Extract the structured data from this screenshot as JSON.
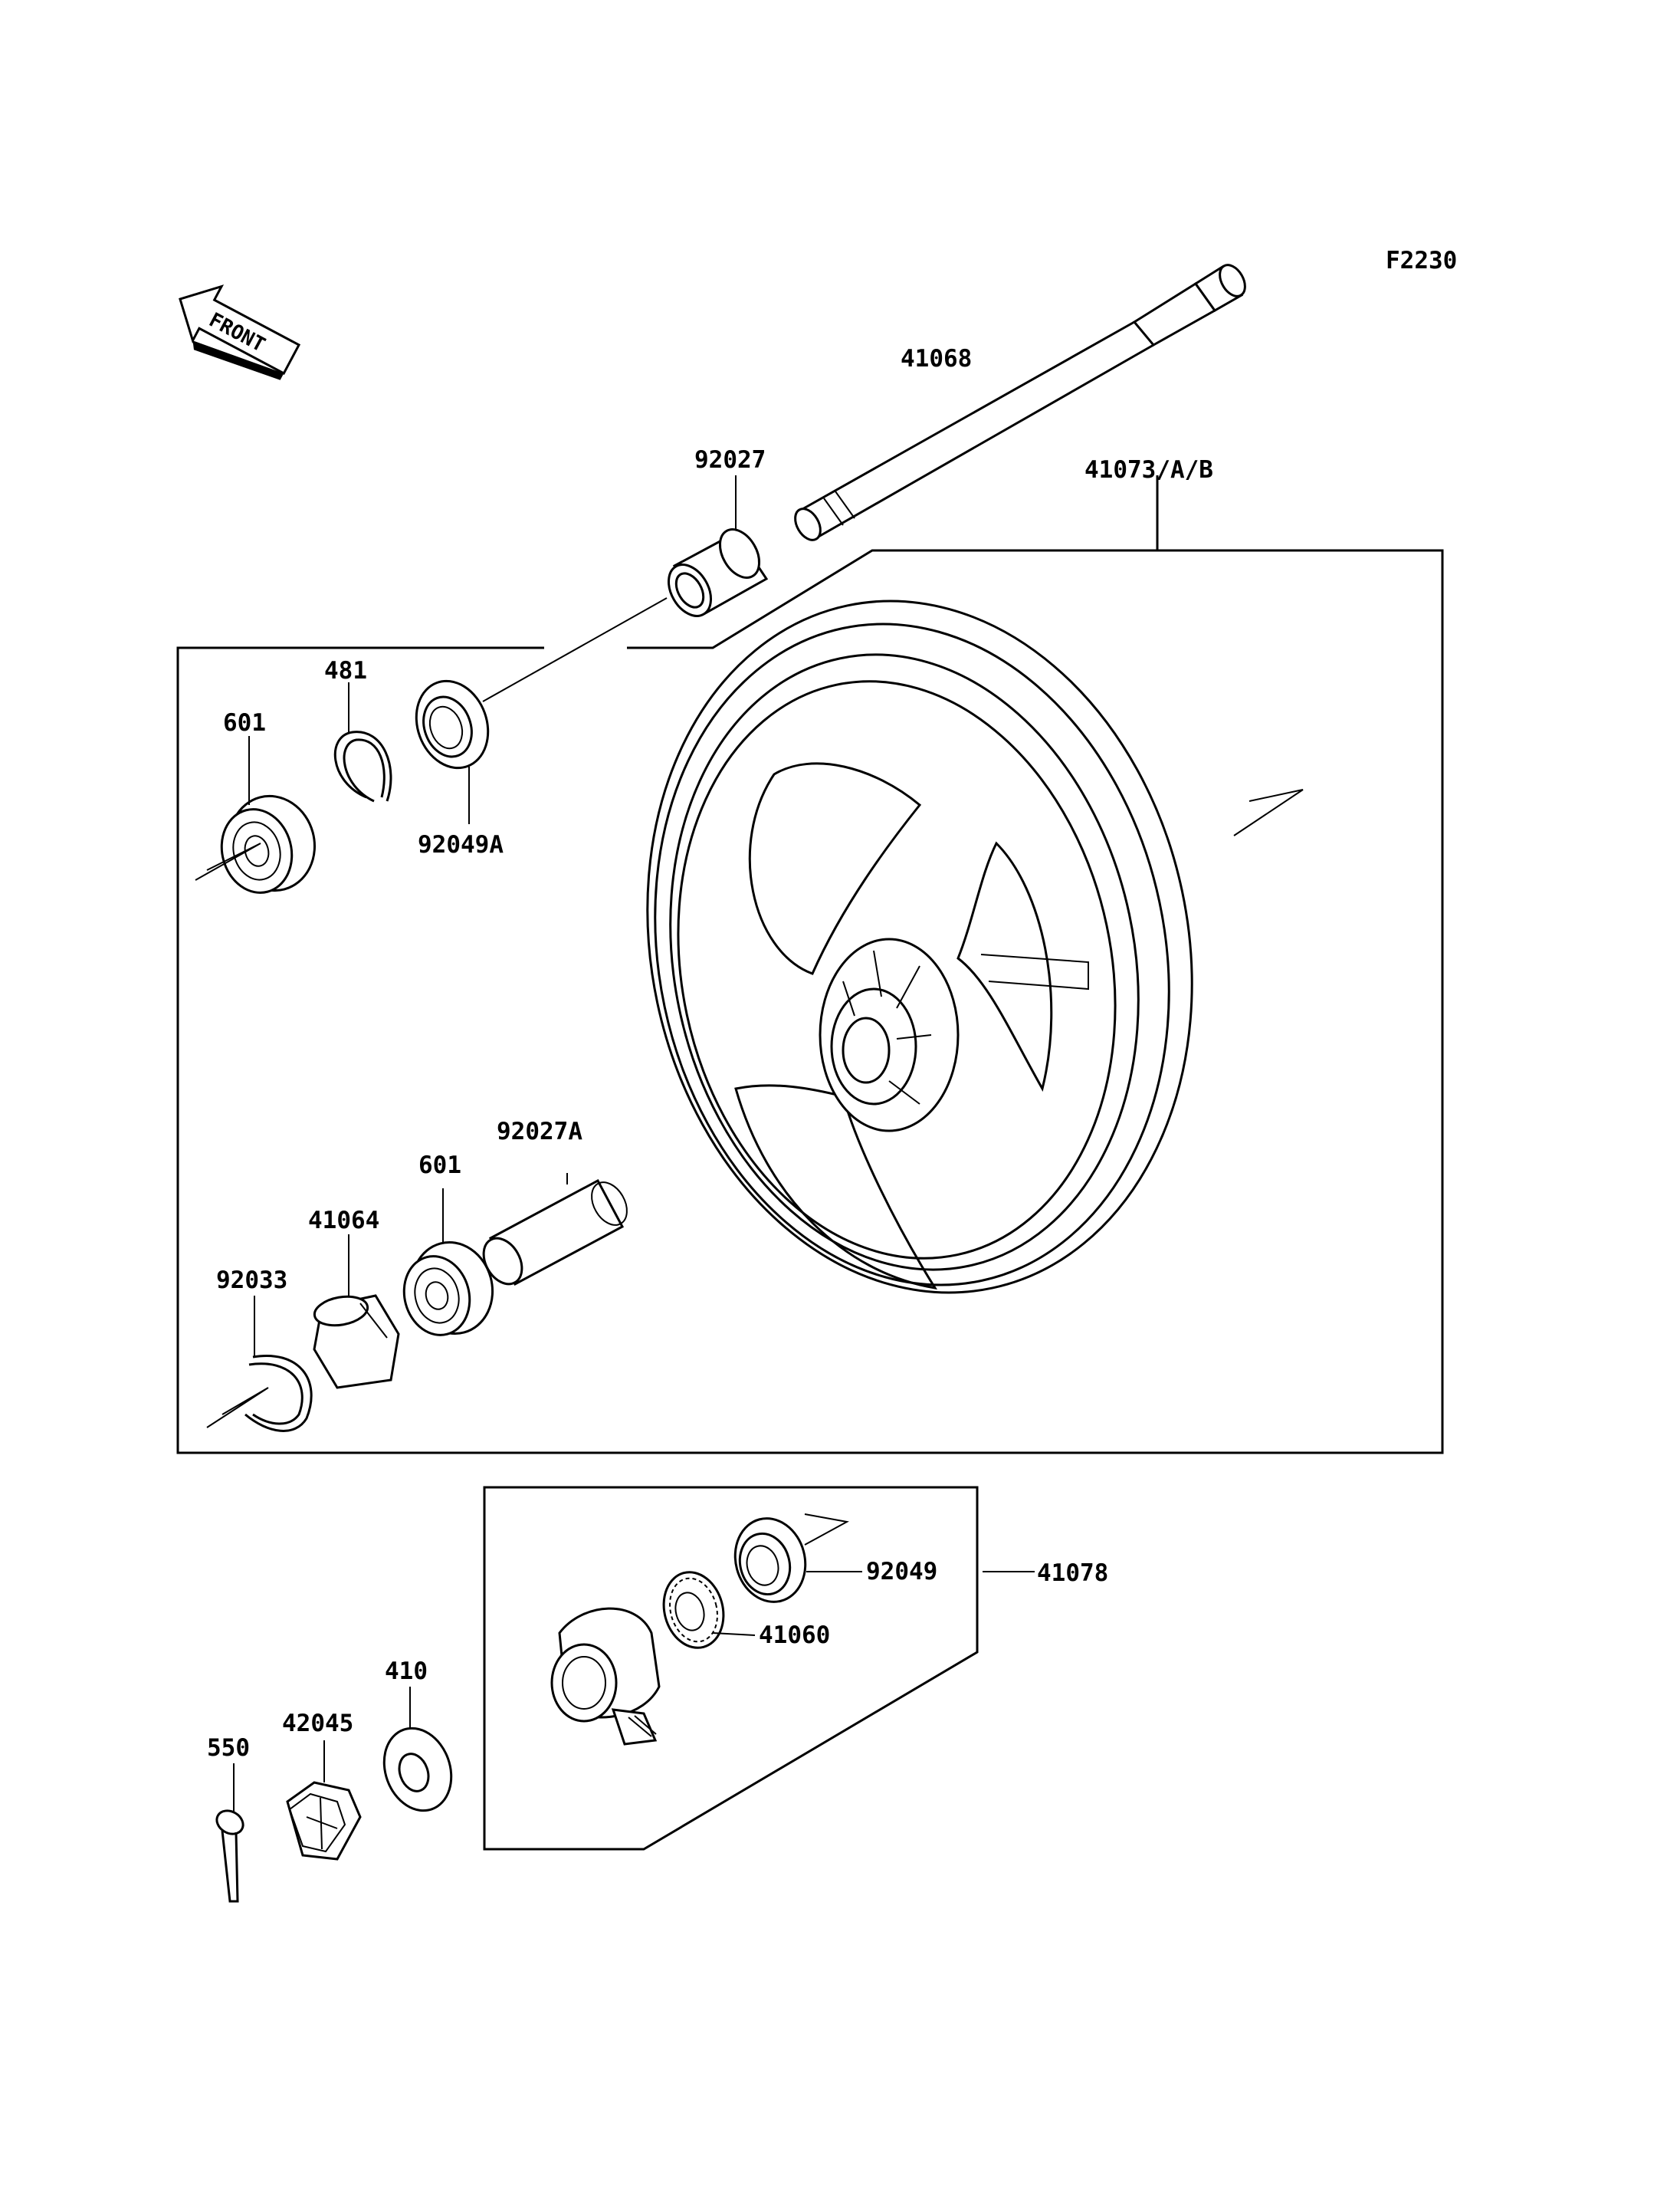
{
  "diagram": {
    "code": "F2230",
    "front_label": "FRONT",
    "parts": {
      "axle": "41068",
      "wheel": "41073/A/B",
      "collar_left": "92027",
      "snap_ring": "481",
      "bearing_left": "601",
      "oil_seal_left": "92049A",
      "collar_inner": "92027A",
      "bearing_right": "601",
      "coupling": "41064",
      "circlip": "92033",
      "oil_seal_right": "92049",
      "gear_housing": "41078",
      "speedo_gear": "41060",
      "washer": "410",
      "nut": "42045",
      "cotter_pin": "550"
    }
  }
}
